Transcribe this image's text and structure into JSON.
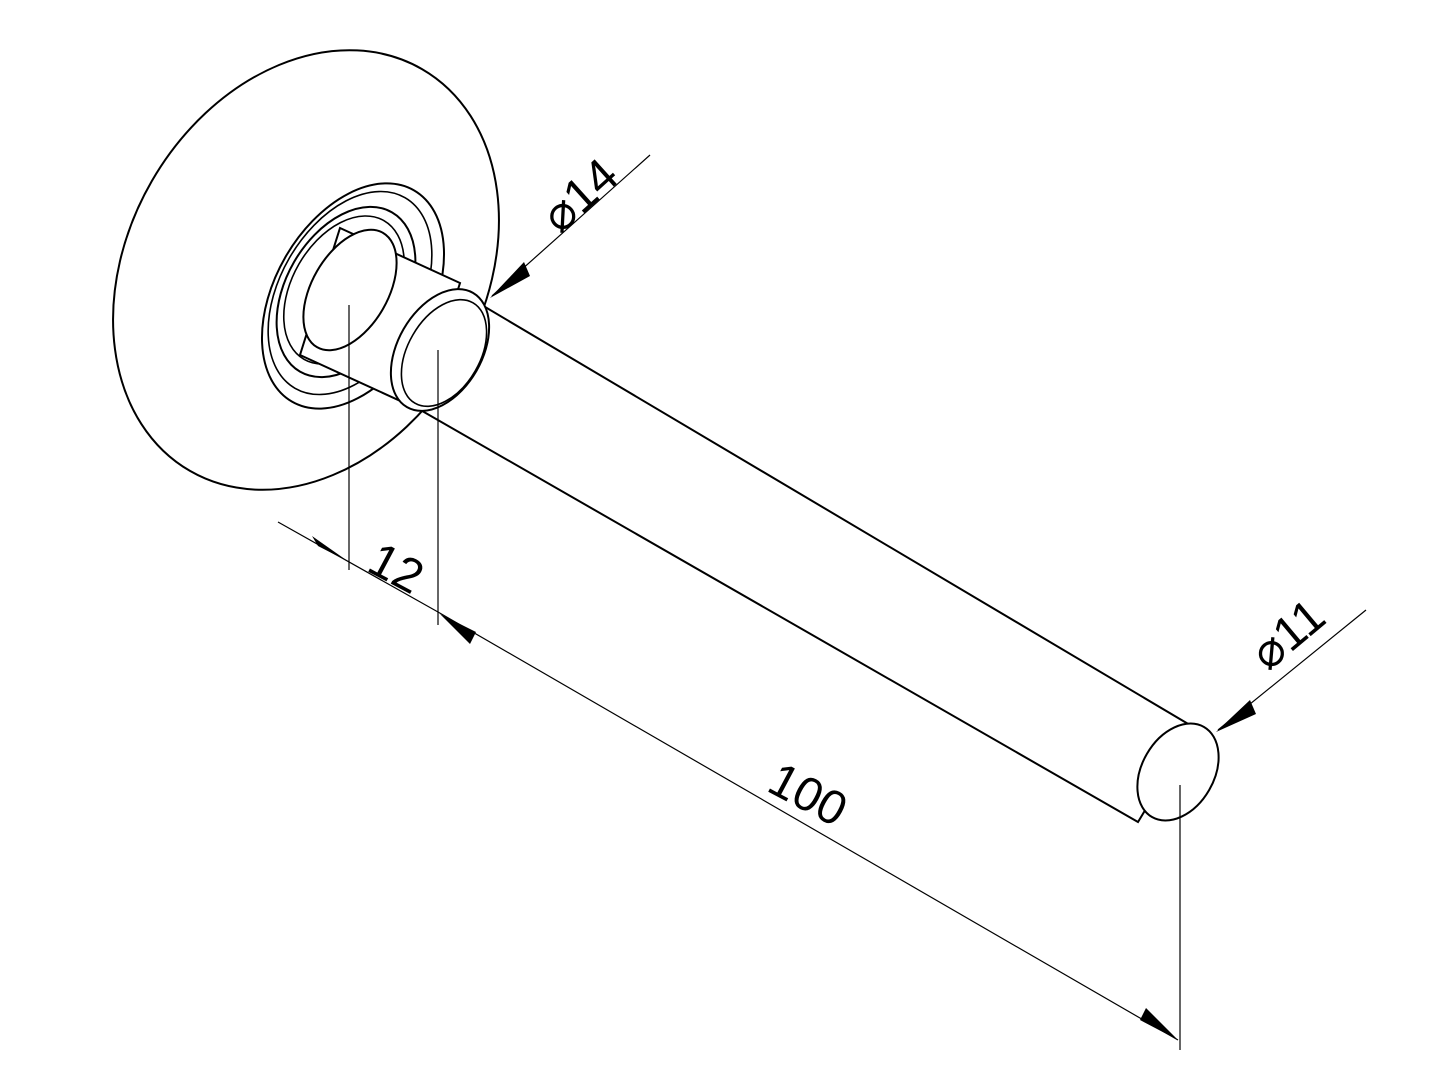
{
  "drawing": {
    "line_color": "#000000",
    "background_color": "#ffffff",
    "dimensions": {
      "flange_diameter": {
        "prefix": "⌀",
        "value": "14"
      },
      "shaft_diameter": {
        "prefix": "⌀",
        "value": "11"
      },
      "collar_length": {
        "value": "12"
      },
      "shaft_length": {
        "value": "100"
      }
    }
  }
}
